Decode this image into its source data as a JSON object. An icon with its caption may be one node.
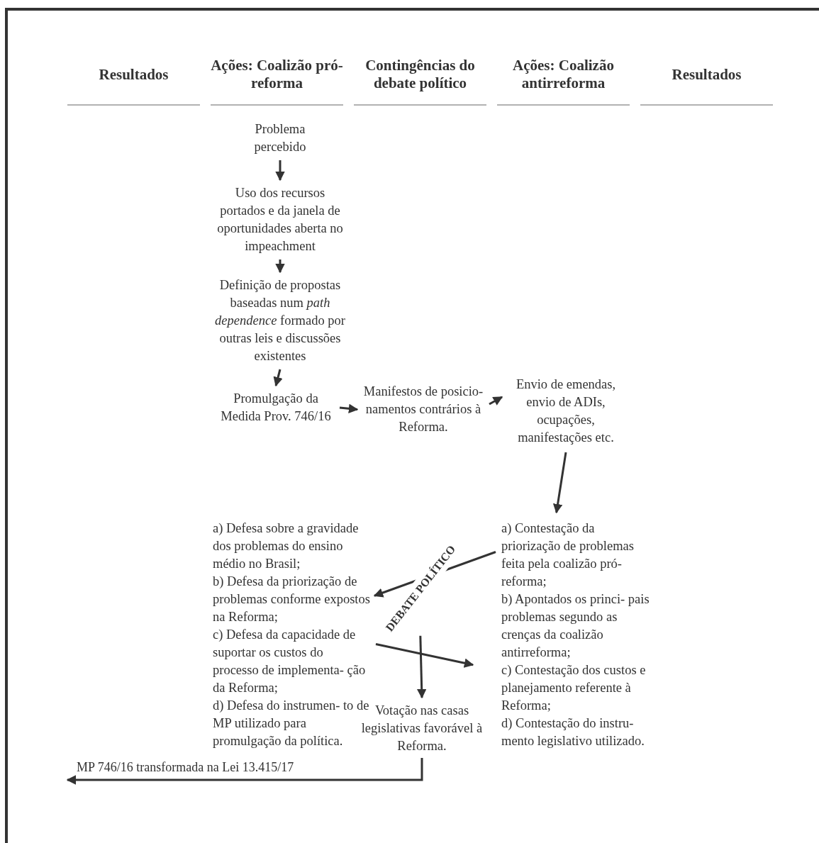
{
  "diagram": {
    "nodes": [
      {
        "text": [
          "Problema percebido"
        ]
      },
      {
        "text": [
          "Uso dos recursos portados e da janela de oportunidades aberta no impeachment"
        ]
      },
      {
        "text": [
          "Definição de propostas baseadas num *path dependence* formado por outras leis e discussões existentes"
        ]
      },
      {
        "text": [
          "Promulgação da Medida Prov. 746/16"
        ]
      },
      {
        "text": [
          "Manifestos de posicio- namentos contrários à Reforma."
        ]
      },
      {
        "text": [
          "Envio de emendas, envio de ADIs, ocupações, manifestações etc."
        ]
      },
      {
        "text": [
          "a) Defesa sobre a gravidade dos problemas do ensino médio no Brasil;",
          "b) Defesa da priorização de problemas conforme expostos na Reforma;",
          "c) Defesa da capacidade de suportar os custos do processo de implementa- ção da Reforma;",
          "d) Defesa do instrumen- to de MP utilizado para promulgação da política."
        ]
      },
      {
        "text": [
          "a) Contestação da priorização de problemas feita pela coalizão pró-reforma;",
          "b) Apontados os princi- pais problemas segundo as crenças da coalizão antirreforma;",
          "c) Contestação dos custos e planejamento referente à Reforma;",
          "d) Contestação do instru- mento legislativo utilizado."
        ]
      },
      {
        "text": [
          "DEBATE POLÍTICO"
        ]
      },
      {
        "text": [
          "Votação nas casas legislativas favorável à Reforma."
        ]
      }
    ],
    "edges": [
      {
        "from": 0,
        "to": 1,
        "arrow": "to"
      },
      {
        "from": 1,
        "to": 2,
        "arrow": "to"
      },
      {
        "from": 2,
        "to": 3,
        "arrow": "to"
      },
      {
        "from": 3,
        "to": 4,
        "arrow": "to"
      },
      {
        "from": 4,
        "to": 5,
        "arrow": "to"
      },
      {
        "from": 5,
        "to": 7,
        "arrow": "to"
      },
      {
        "from": 7,
        "to": 6,
        "arrow": "to"
      },
      {
        "from": 6,
        "to": 7,
        "arrow": "to"
      },
      {
        "from": 8,
        "to": 9,
        "arrow": "to"
      },
      {
        "from": 9,
        "to": null,
        "arrow": "to",
        "label": "MP 746/16 transformada na Lei 13.415/17"
      }
    ],
    "labels": [
      "Resultados",
      "Ações: Coalizão pró-reforma",
      "Contingências do debate político",
      "Ações: Coalizão antirreforma",
      "Resultados"
    ]
  }
}
